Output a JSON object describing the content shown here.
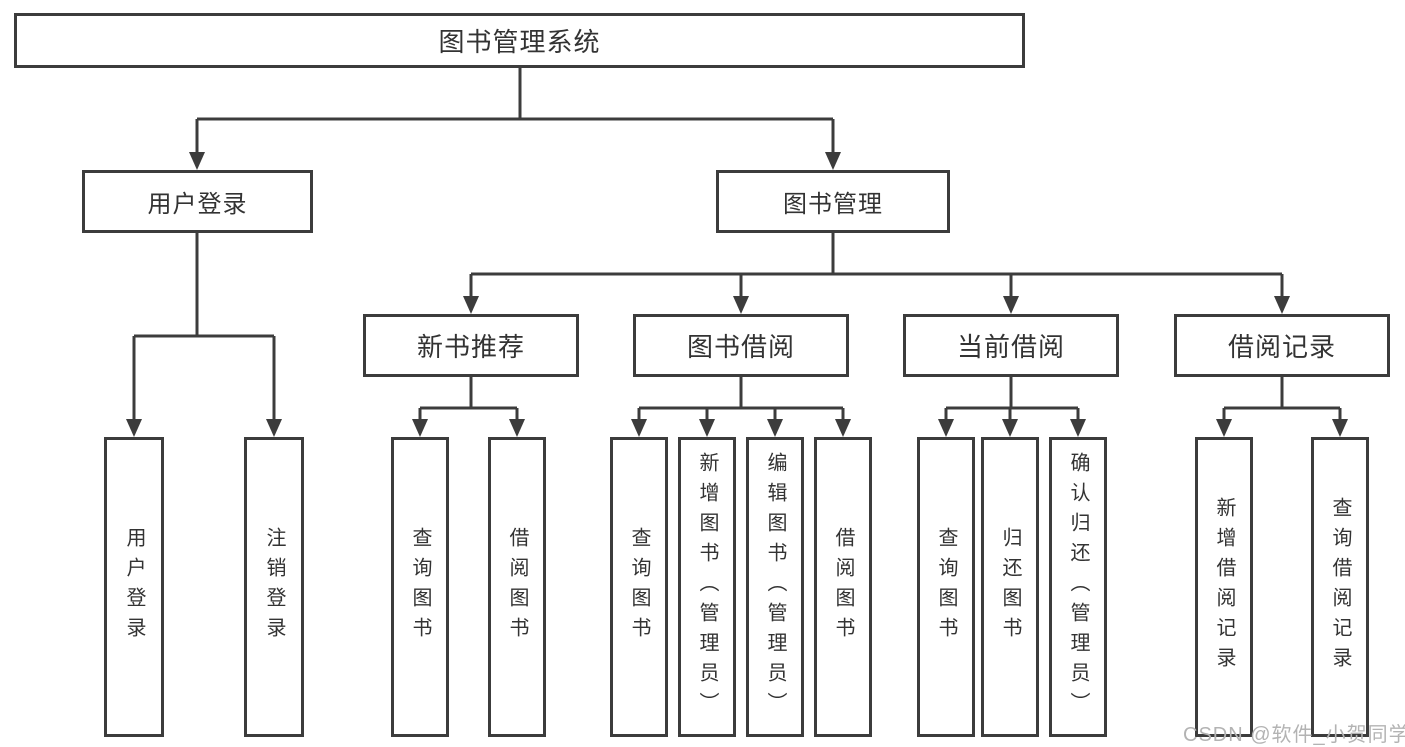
{
  "title": "图书管理系统",
  "tree": {
    "user_login": {
      "label": "用户登录",
      "children": [
        {
          "label": "用户登录"
        },
        {
          "label": "注销登录"
        }
      ]
    },
    "book_management": {
      "label": "图书管理",
      "groups": [
        {
          "label": "新书推荐",
          "children": [
            {
              "label": "查询图书"
            },
            {
              "label": "借阅图书"
            }
          ]
        },
        {
          "label": "图书借阅",
          "children": [
            {
              "label": "查询图书"
            },
            {
              "label": "新增图书（管理员）"
            },
            {
              "label": "编辑图书（管理员）"
            },
            {
              "label": "借阅图书"
            }
          ]
        },
        {
          "label": "当前借阅",
          "children": [
            {
              "label": "查询图书"
            },
            {
              "label": "归还图书"
            },
            {
              "label": "确认归还（管理员）"
            }
          ]
        },
        {
          "label": "借阅记录",
          "children": [
            {
              "label": "新增借阅记录"
            },
            {
              "label": "查询借阅记录"
            }
          ]
        }
      ]
    }
  },
  "watermark": "CSDN @软件_小贺同学",
  "colors": {
    "line": "#3c3c3c",
    "text": "#333333",
    "watermark": "#b3b3b3",
    "background": "#ffffff"
  }
}
